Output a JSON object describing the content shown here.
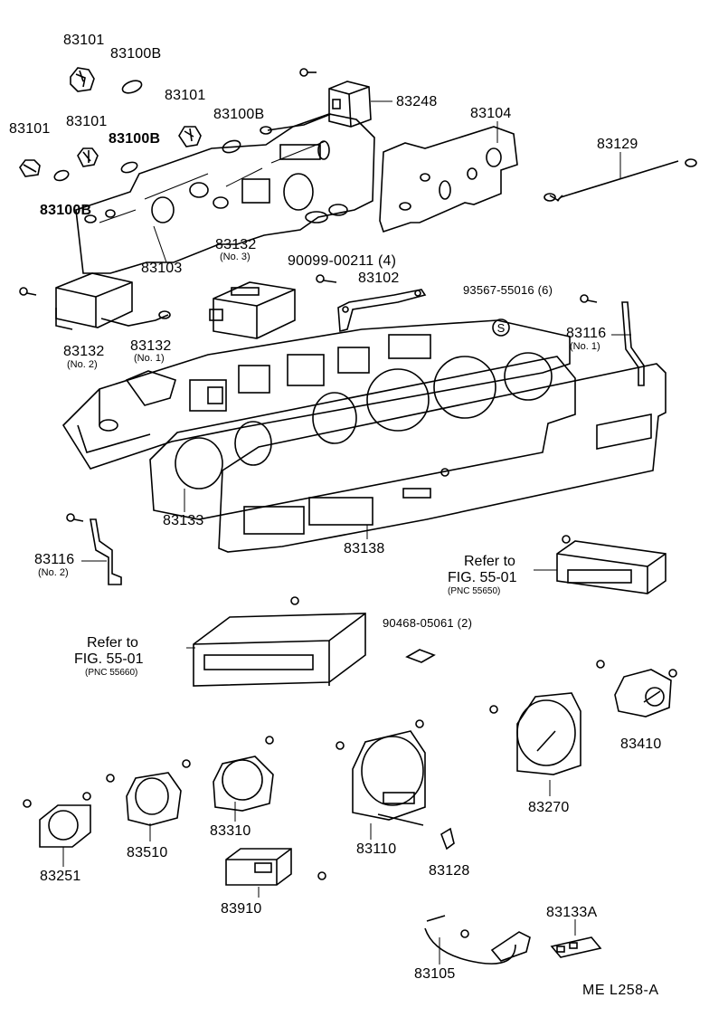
{
  "labels": {
    "p83101_a": "83101",
    "p83100b_a": "83100B",
    "p83101_b": "83101",
    "p83100b_b": "83100B",
    "p83101_c": "83101",
    "p83101_d": "83101",
    "p83100b_c": "83100B",
    "p83100b_d": "83100B",
    "p83248": "83248",
    "p83104": "83104",
    "p83129": "83129",
    "p83103": "83103",
    "p83132_3": "83132",
    "p83132_3_sub": "(No. 3)",
    "p90099": "90099-00211 (4)",
    "p83102": "83102",
    "p93567": "93567-55016 (6)",
    "p83116_1": "83116",
    "p83116_1_sub": "(No. 1)",
    "p83132_2": "83132",
    "p83132_2_sub": "(No. 2)",
    "p83132_1": "83132",
    "p83132_1_sub": "(No. 1)",
    "p83133": "83133",
    "p83138": "83138",
    "p83116_2": "83116",
    "p83116_2_sub": "(No. 2)",
    "p90468": "90468-05061 (2)",
    "p83410": "83410",
    "p83270": "83270",
    "p83310": "83310",
    "p83510": "83510",
    "p83251": "83251",
    "p83110": "83110",
    "p83128": "83128",
    "p83910": "83910",
    "p83105": "83105",
    "p83133a": "83133A"
  },
  "refs": {
    "right": {
      "line1": "Refer to",
      "line2": "FIG. 55-01",
      "pnc": "(PNC 55650)"
    },
    "left": {
      "line1": "Refer to",
      "line2": "FIG. 55-01",
      "pnc": "(PNC 55660)"
    }
  },
  "screw_symbol": "S",
  "figure_code": "ME L258-A"
}
